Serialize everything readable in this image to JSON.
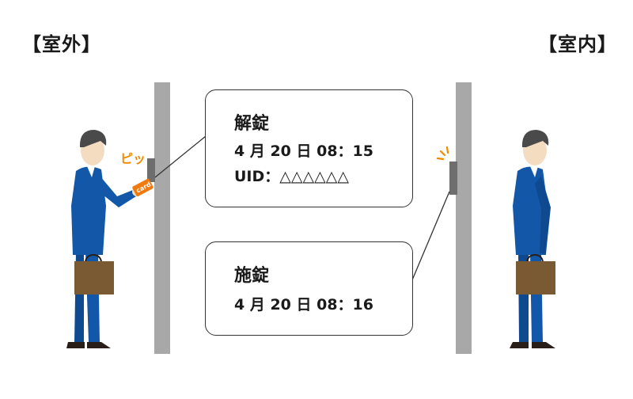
{
  "labels": {
    "outside": "【室外】",
    "inside": "【室内】"
  },
  "unlock": {
    "title": "解錠",
    "time": "4 月 20 日  08：15",
    "uid": "UID：△△△△△△"
  },
  "lock": {
    "title": "施錠",
    "time": "4 月 20 日  08：16"
  },
  "sound_effect": "ピッ",
  "card_text": "card",
  "colors": {
    "suit": "#1257a8",
    "skin": "#f4dcc0",
    "hair": "#4a4a4a",
    "bag": "#7a5a32",
    "wall": "#a8a8a8",
    "card": "#f07a10",
    "sfx": "#f08a00"
  }
}
